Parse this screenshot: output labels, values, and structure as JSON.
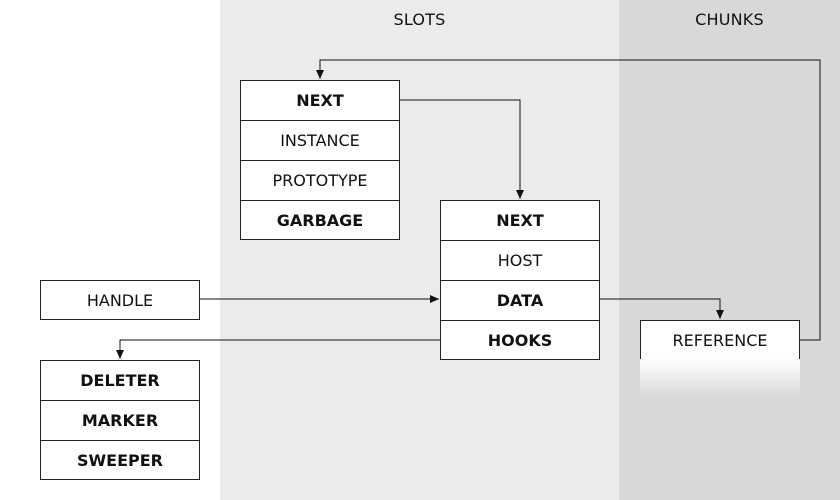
{
  "zones": {
    "slots": {
      "title": "SLOTS",
      "color": "#ebebeb"
    },
    "chunks": {
      "title": "CHUNKS",
      "color": "#d8d8d8"
    }
  },
  "slot_record": {
    "fields": [
      "NEXT",
      "INSTANCE",
      "PROTOTYPE",
      "GARBAGE"
    ]
  },
  "data_record": {
    "fields": [
      "NEXT",
      "HOST",
      "DATA",
      "HOOKS"
    ]
  },
  "handle": {
    "label": "HANDLE"
  },
  "hooks_record": {
    "fields": [
      "DELETER",
      "MARKER",
      "SWEEPER"
    ]
  },
  "chunk": {
    "label": "REFERENCE"
  }
}
